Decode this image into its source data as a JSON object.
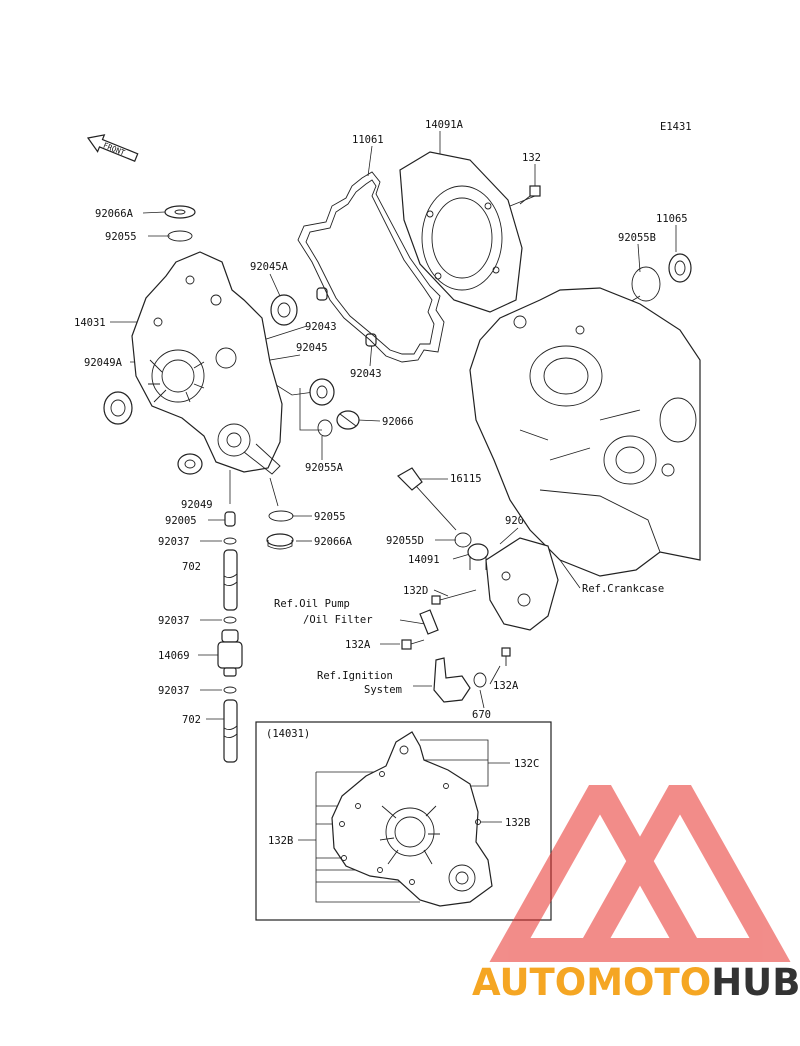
{
  "diagram_code": "E1431",
  "front_label": "FRONT",
  "inset_label": "(14031)",
  "parts": {
    "p92066a_top": "92066A",
    "p92055_top": "92055",
    "p14031": "14031",
    "p92049a": "92049A",
    "p92045a": "92045A",
    "p11061": "11061",
    "p14091a": "14091A",
    "p132_top": "132",
    "p11065": "11065",
    "p92055b": "92055B",
    "p92043_a": "92043",
    "p92045": "92045",
    "p92043_b": "92043",
    "p92066": "92066",
    "p92055a": "92055A",
    "p16115": "16115",
    "p92049": "92049",
    "p92005": "92005",
    "p92055_mid": "92055",
    "p92037_1": "92037",
    "p92066a_mid": "92066A",
    "p92055d": "92055D",
    "p92055c": "92055C",
    "p14091": "14091",
    "p702_1": "702",
    "p132d": "132D",
    "p92037_2": "92037",
    "p132a_1": "132A",
    "p14069": "14069",
    "p92037_3": "92037",
    "p132a_2": "132A",
    "p670": "670",
    "p702_2": "702",
    "p132c": "132C",
    "p132b_r": "132B",
    "p132b_l": "132B"
  },
  "refs": {
    "crankcase": "Ref.Crankcase",
    "oil_pump_1": "Ref.Oil Pump",
    "oil_pump_2": "/Oil Filter",
    "ignition_1": "Ref.Ignition",
    "ignition_2": "System"
  },
  "watermark": {
    "part1": "AUTOMOTO",
    "part2": "HUB",
    "color1": "#f5a623",
    "color2": "#333333",
    "logo_color": "#e8302a"
  },
  "colors": {
    "ink": "#222222",
    "background": "#ffffff"
  }
}
